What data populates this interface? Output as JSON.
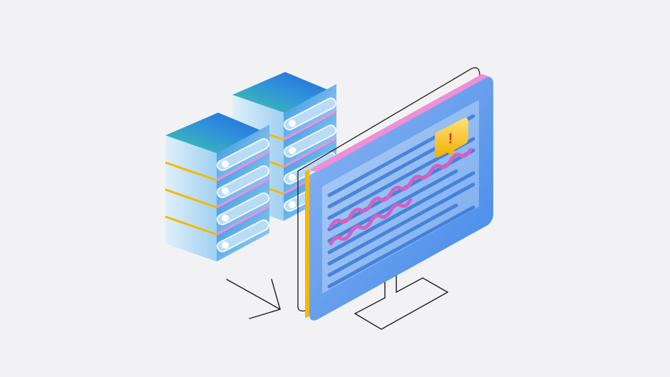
{
  "illustration": {
    "subject": "server-racks-to-monitor-with-error-alert",
    "background_color": "#f2f2f5",
    "colors": {
      "server_top_start": "#3cc7a8",
      "server_top_mid": "#2f8fdc",
      "server_top_end": "#1f66d6",
      "server_face_light": "#dff0fb",
      "server_face_dark": "#9fd0f1",
      "server_side_start": "#2f8fe0",
      "server_side_end": "#a8d8f6",
      "accent_yellow": "#f5b800",
      "accent_pink": "#ee8fd8",
      "screen_blue": "#5b98ee",
      "screen_line": "#2e6fd6",
      "error_wave": "#d65fc0",
      "alert_bubble": "#f5c000",
      "alert_mark": "#e0303a",
      "outline": "#1a1a1a"
    },
    "servers": [
      {
        "id": "server-stack-back",
        "units": 4
      },
      {
        "id": "server-stack-front",
        "units": 4
      }
    ],
    "monitor": {
      "text_lines": 9,
      "error_lines": 2
    },
    "alert": {
      "icon": "exclamation-icon",
      "glyph": "!"
    },
    "arrow": {
      "icon": "arrow-icon"
    }
  }
}
